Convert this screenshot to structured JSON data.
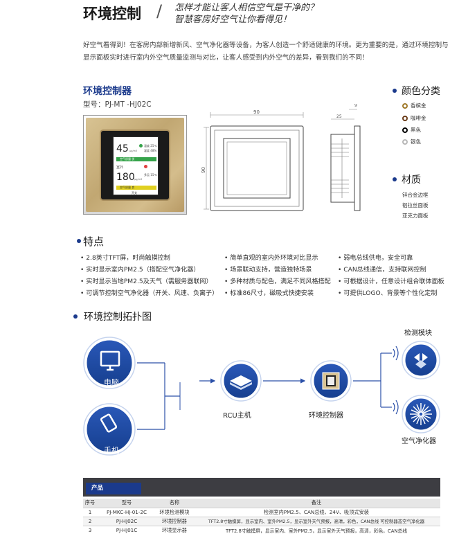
{
  "header": {
    "title": "环境控制",
    "slash": "/",
    "slogan_line1": "怎样才能让客人相信空气是干净的？",
    "slogan_line2": "智慧客房好空气让你看得见！"
  },
  "intro": "好空气看得到！在客房内部新增新风、空气净化器等设备，为客人创造一个舒适健康的环境。更为重要的是，通过环境控制与显示面板实时进行室内外空气质量监测与对比，让客人感受到内外空气的差异，看到我们的不同！",
  "product": {
    "title": "环境控制器",
    "model": "型号：PJ-MT -HJ02C"
  },
  "device_screen": {
    "pm_indoor": "45",
    "unit": "μg/m3",
    "temp": "温度 25℃",
    "humidity": "湿度 48%",
    "level_good": "空气质量 优",
    "outdoor_label": "室外",
    "pm_outdoor": "180",
    "weather": "多云 15℃",
    "level_bad": "空气质量 良",
    "button": "开关"
  },
  "drawing": {
    "width_dim": "90",
    "height_dim": "90",
    "depth_dim": "25",
    "flange_dim": "9"
  },
  "colors": {
    "title": "颜色分类",
    "items": [
      {
        "label": "香槟金",
        "hex": "#a07a2a"
      },
      {
        "label": "咖啡金",
        "hex": "#6b3d1a"
      },
      {
        "label": "黑色",
        "hex": "#000000"
      },
      {
        "label": "银色",
        "hex": "#b8b8b8"
      }
    ]
  },
  "materials": {
    "title": "材质",
    "items": [
      "锌合金边框",
      "铝拉丝面板",
      "亚克力面板"
    ]
  },
  "features": {
    "title": "特点",
    "col1": [
      "2.8英寸TFT屏，时尚触摸控制",
      "实时显示室内PM2.5（搭配空气净化器）",
      "实时显示当地PM2.5及天气（需服务器联网）",
      "可调节控制空气净化器（开关、风速、负离子）"
    ],
    "col2": [
      "简单直观的室内外环境对比显示",
      "场景联动支持，营造独特场景",
      "多种材质与配色，满足不同风格搭配",
      "标准86尺寸，磁吸式快捷安装"
    ],
    "col3": [
      "弱电总线供电，安全可靠",
      "CAN总线通信，支持联网控制",
      "可根据设计，任意设计组合联体面板",
      "可提供LOGO、背景等个性化定制"
    ]
  },
  "topology": {
    "title": "环境控制拓扑图",
    "pc_label": "电脑",
    "phone_label": "手机",
    "rcu_label": "RCU主机",
    "controller_label": "环境控制器",
    "sensor_label": "检测模块",
    "purifier_label": "空气净化器"
  },
  "table": {
    "tag": "产品",
    "headers": [
      "序号",
      "型号",
      "名称",
      "备注"
    ],
    "rows": [
      [
        "1",
        "PJ-MKC-HJ-01-2C",
        "环境检测模块",
        "检测室内PM2.5、CAN总线、24V、吸顶式安装"
      ],
      [
        "2",
        "PJ-HJ02C",
        "环境控制器",
        "TFT2.8寸触摸屏，显示室内、室外PM2.5，显示室外天气预报，高清，彩色，CAN总线  可控制器态空气净化器"
      ],
      [
        "3",
        "PJ-HJ01C",
        "环境显示器",
        "TFT2.8寸触摸屏，显示室内、室外PM2.5，显示室外天气预报，高清，彩色，CAN总线"
      ]
    ]
  }
}
